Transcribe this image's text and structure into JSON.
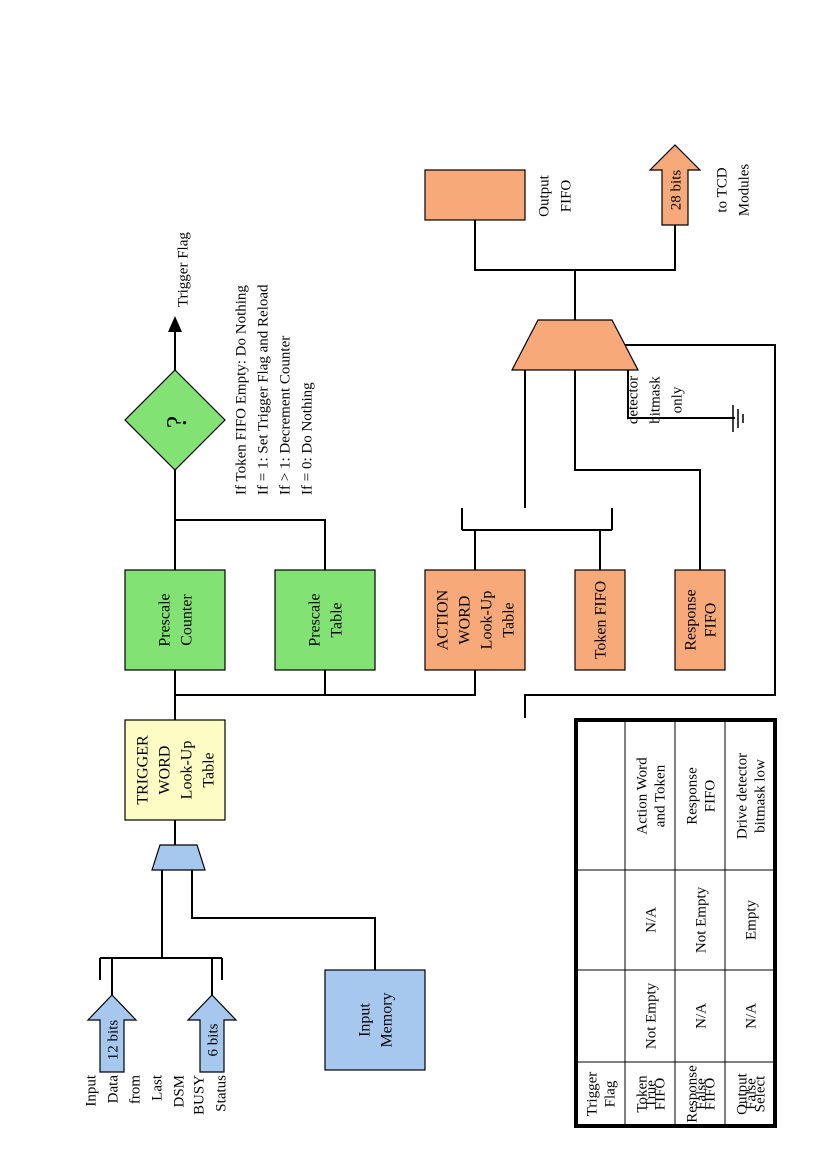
{
  "inputs": {
    "data_label": [
      "Input",
      "Data",
      "from",
      "Last",
      "DSM"
    ],
    "data_bits": "12 bits",
    "busy_label": [
      "BUSY",
      "Status"
    ],
    "busy_bits": "6 bits"
  },
  "input_memory": [
    "Input",
    "Memory"
  ],
  "trigger_word_lut": [
    "TRIGGER",
    "WORD",
    "Look-Up",
    "Table"
  ],
  "prescale_counter": [
    "Prescale",
    "Counter"
  ],
  "prescale_table": [
    "Prescale",
    "Table"
  ],
  "action_word_lut": [
    "ACTION",
    "WORD",
    "Look-Up",
    "Table"
  ],
  "token_fifo": "Token FIFO",
  "response_fifo": [
    "Response",
    "FIFO"
  ],
  "decision_symbol": "?",
  "trigger_flag": "Trigger Flag",
  "rules": [
    "If Token FIFO Empty: Do Nothing",
    "If = 1: Set Trigger Flag and Reload",
    "If > 1: Decrement Counter",
    "If = 0: Do Nothing"
  ],
  "detector_note": [
    "detector",
    "bitmask",
    "only"
  ],
  "output_fifo": [
    "Output",
    "FIFO"
  ],
  "output_bits": "28 bits",
  "output_dest": [
    "to TCD",
    "Modules"
  ],
  "colors": {
    "green": "#82e374",
    "orange": "#f7a979",
    "blue": "#a6c8ef",
    "yellow": "#fcfcc4"
  },
  "table": {
    "headers": [
      [
        "Trigger",
        "Flag"
      ],
      [
        "Token",
        "FIFO"
      ],
      [
        "Response",
        "FIFO"
      ],
      [
        "Output",
        "Select"
      ]
    ],
    "rows": [
      [
        [
          "True"
        ],
        [
          "Not Empty"
        ],
        [
          "N/A"
        ],
        [
          "Action Word",
          "and Token"
        ]
      ],
      [
        [
          "False"
        ],
        [
          "N/A"
        ],
        [
          "Not Empty"
        ],
        [
          "Response",
          "FIFO"
        ]
      ],
      [
        [
          "False"
        ],
        [
          "N/A"
        ],
        [
          "Empty"
        ],
        [
          "Drive detector",
          "bitmask low"
        ]
      ]
    ]
  }
}
